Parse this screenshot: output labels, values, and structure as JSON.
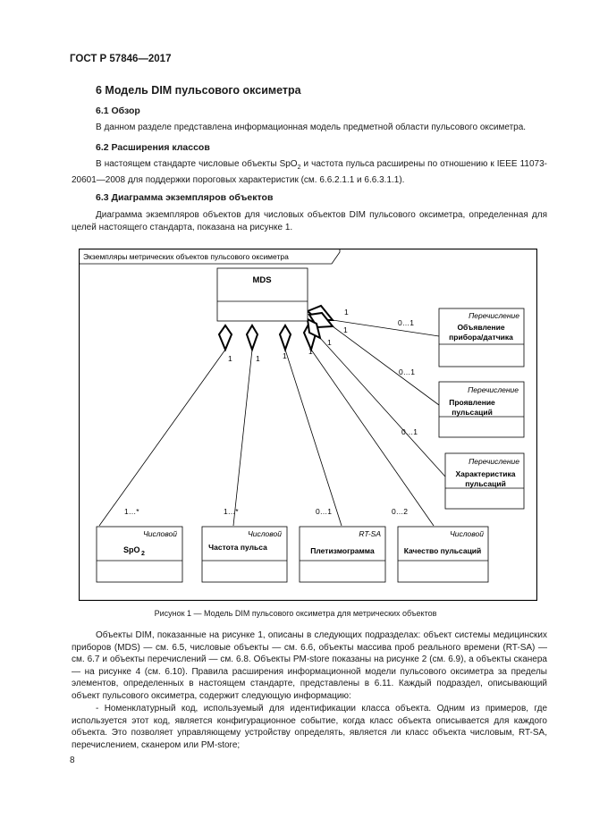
{
  "header": "ГОСТ Р 57846—2017",
  "section_title": "6 Модель DIM пульсового оксиметра",
  "s61_title": "6.1 Обзор",
  "s61_text": "В данном разделе представлена информационная модель предметной области пульсового оксиметра.",
  "s62_title": "6.2 Расширения классов",
  "s62_text_a": "В настоящем стандарте числовые объекты SpO",
  "s62_text_sub": "2",
  "s62_text_b": " и частота пульса расширены по отношению к IEEE 11073-20601—2008 для поддержки пороговых характеристик (см. 6.6.2.1.1 и 6.6.3.1.1).",
  "s63_title": "6.3 Диаграмма экземпляров объектов",
  "s63_text": "Диаграмма экземпляров объектов для числовых объектов DIM пульсового оксиметра, определенная для целей настоящего стандарта, показана на рисунке 1.",
  "diagram": {
    "frame_label": "Экземпляры метрических объектов пульсового оксиметра",
    "mds": "MDS",
    "enum_stereotype": "Перечисление",
    "enum1_line1": "Объявление",
    "enum1_line2": "прибора/датчика",
    "enum2_line1": "Проявление",
    "enum2_line2": "пульсаций",
    "enum3_line1": "Характеристика",
    "enum3_line2": "пульсаций",
    "num_stereotype": "Числовой",
    "rtsa_stereotype": "RT-SA",
    "spo2_main": "SpO",
    "spo2_sub": "2",
    "hr_name": "Частота пульса",
    "pleth_name": "Плетизмограмма",
    "quality_name": "Качество пульсаций",
    "mult_one": "1",
    "mult_zero_one": "0…1",
    "mult_one_many": "1…*",
    "mult_zero_two": "0…2"
  },
  "caption": "Рисунок 1 — Модель DIM пульсового оксиметра для метрических объектов",
  "body_para1": "Объекты DIM, показанные на рисунке 1, описаны в следующих подразделах: объект системы медицинских приборов (MDS) — см. 6.5, числовые объекты — см. 6.6, объекты массива проб реального времени (RT-SA) — см. 6.7 и объекты перечислений — см. 6.8. Объекты PM-store показаны на рисунке 2 (см. 6.9), а объекты сканера — на рисунке 4 (см. 6.10). Правила расширения информационной модели пульсового оксиметра за пределы элементов, определенных в настоящем стандарте, представлены в 6.11. Каждый подраздел, описывающий объект пульсового оксиметра, содержит следующую информацию:",
  "body_para2": "- Номенклатурный код, используемый для идентификации класса объекта. Одним из примеров, где используется этот код, является конфигурационное событие, когда класс объекта описывается для каждого объекта. Это позволяет управляющему устройству определять, является ли класс объекта числовым, RT-SA, перечислением, сканером или PM-store;",
  "page_number": "8"
}
